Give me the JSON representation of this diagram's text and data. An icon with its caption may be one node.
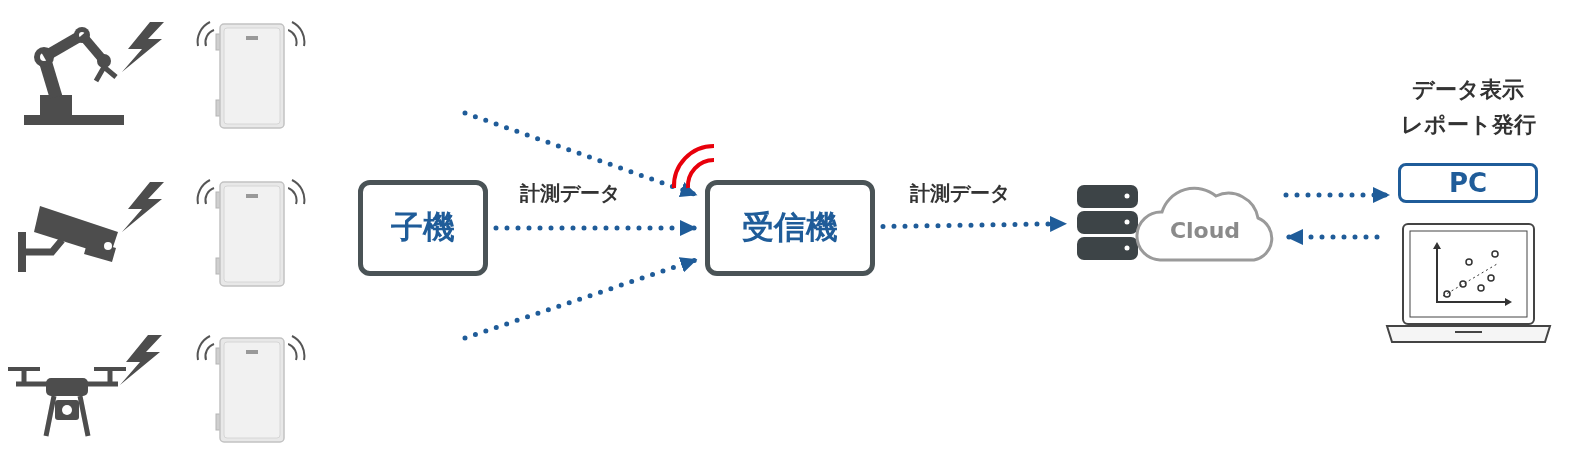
{
  "diagram": {
    "nodes": [
      {
        "text": [],
        "shape": "picture"
      },
      {
        "text": [],
        "shape": "picture"
      },
      {
        "text": [],
        "shape": "picture"
      },
      {
        "text": [],
        "shape": "picture"
      },
      {
        "text": [],
        "shape": "picture"
      },
      {
        "text": [],
        "shape": "picture"
      },
      {
        "text": [
          "子機"
        ]
      },
      {
        "text": [
          "受信機"
        ]
      },
      {
        "text": [],
        "shape": "cylinder"
      },
      {
        "text": [
          "Cloud"
        ]
      },
      {
        "text": [
          "PC"
        ]
      },
      {
        "text": [],
        "shape": "picture"
      }
    ],
    "edges": [
      {
        "from": null,
        "to": 7,
        "arrow": "to"
      },
      {
        "from": 6,
        "to": 7,
        "arrow": "to",
        "label": "計測データ"
      },
      {
        "from": null,
        "to": 7,
        "arrow": "to"
      },
      {
        "from": 7,
        "to": 8,
        "arrow": "to",
        "label": "計測データ"
      },
      {
        "from": 9,
        "to": 10,
        "arrow": "to"
      },
      {
        "from": 11,
        "to": 9,
        "arrow": "to"
      }
    ],
    "labels": [
      "データ表示",
      "レポート発行"
    ]
  }
}
